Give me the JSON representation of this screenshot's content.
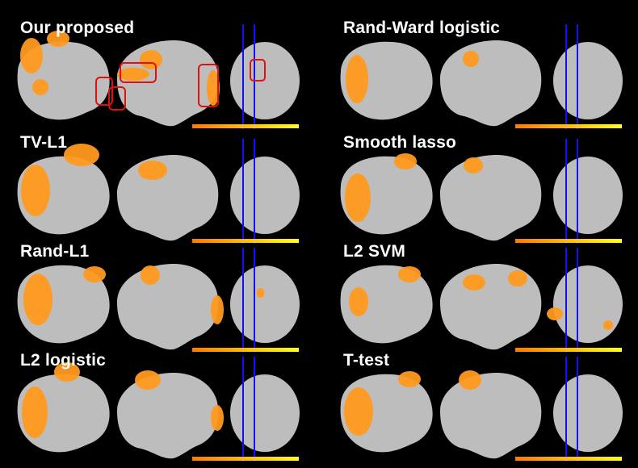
{
  "panels": [
    {
      "id": "proposed",
      "label": "Our proposed",
      "highlights": true
    },
    {
      "id": "randward",
      "label": "Rand-Ward logistic",
      "highlights": false
    },
    {
      "id": "tvl1",
      "label": "TV-L1",
      "highlights": false
    },
    {
      "id": "smoothlasso",
      "label": "Smooth lasso",
      "highlights": false
    },
    {
      "id": "randl1",
      "label": "Rand-L1",
      "highlights": false
    },
    {
      "id": "l2svm",
      "label": "L2 SVM",
      "highlights": false
    },
    {
      "id": "l2logistic",
      "label": "L2 logistic",
      "highlights": false
    },
    {
      "id": "ttest",
      "label": "T-test",
      "highlights": false
    }
  ],
  "colors": {
    "background": "#000000",
    "brain": "#bdbdbd",
    "activation": "#ff9a1e",
    "colorbar_start": "#ff7a00",
    "colorbar_end": "#ffff20",
    "slice_line": "#1010ff",
    "highlight_box": "#e01010"
  }
}
